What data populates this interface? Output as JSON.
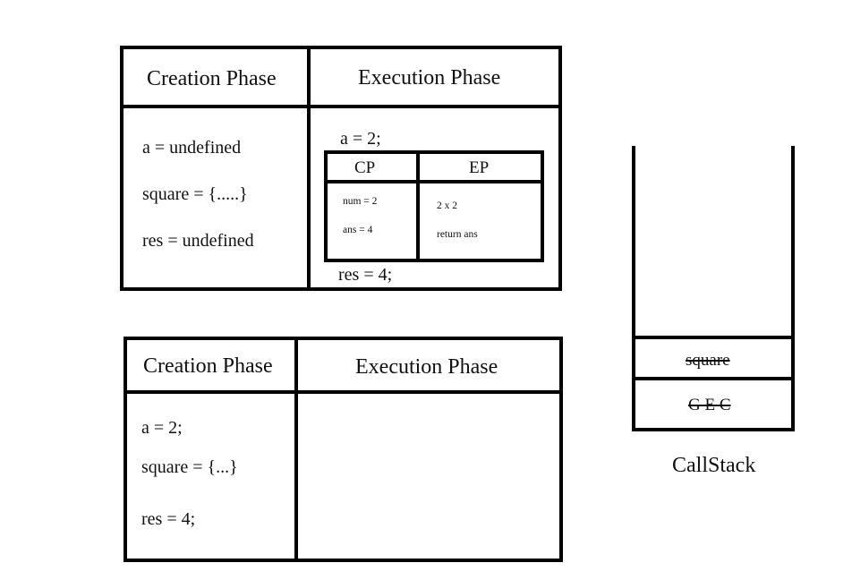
{
  "top_table": {
    "col1_header": "Creation Phase",
    "col2_header": "Execution Phase",
    "creation_lines": [
      "a = undefined",
      "square = {.....}",
      "res = undefined"
    ],
    "exec_line1": "a = 2;",
    "exec_line2": "res = 4;",
    "inner_table": {
      "col1_header": "CP",
      "col2_header": "EP",
      "cp_lines": [
        "num = 2",
        "ans = 4"
      ],
      "ep_lines": [
        "2 x 2",
        "return ans"
      ]
    }
  },
  "bottom_table": {
    "col1_header": "Creation Phase",
    "col2_header": "Execution Phase",
    "creation_lines": [
      "a = 2;",
      "square = {...}",
      "res = 4;"
    ]
  },
  "callstack": {
    "label": "CallStack",
    "frames": [
      "square",
      "G E C"
    ]
  }
}
